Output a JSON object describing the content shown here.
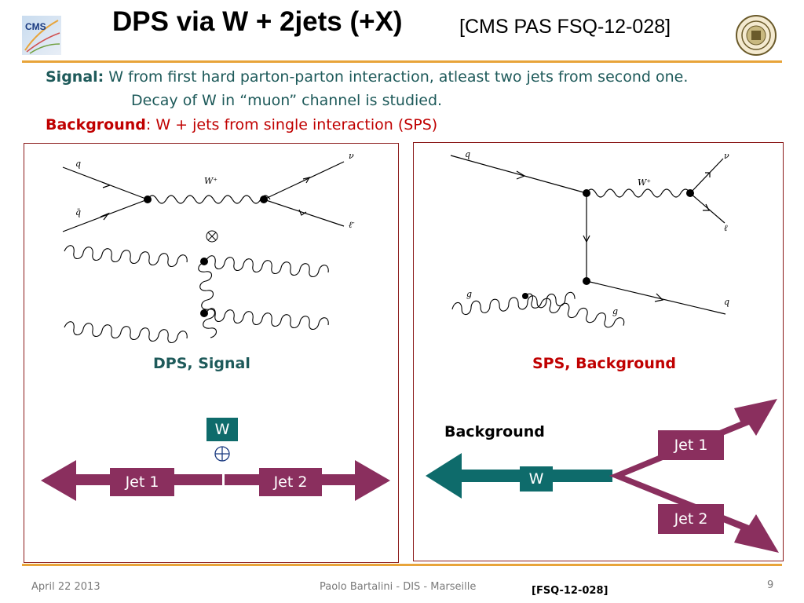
{
  "header": {
    "title": "DPS via W + 2jets (+X)",
    "reference": "[CMS PAS FSQ-12-028]",
    "cms_logo_text": "CMS"
  },
  "intro": {
    "signal_label": "Signal:",
    "signal_text": " W from first hard parton-parton interaction, atleast two jets from second one.",
    "decay_text": "Decay of W in “muon” channel is studied.",
    "background_label": "Background",
    "background_text": ": W + jets from single interaction (SPS)"
  },
  "left_panel": {
    "diagram_labels": {
      "q": "q",
      "qbar": "q̄",
      "w": "W⁺",
      "nu": "ν",
      "lbar": "ℓ̄"
    },
    "caption": "DPS, Signal",
    "w_label": "W",
    "jet1_label": "Jet 1",
    "jet2_label": "Jet 2"
  },
  "right_panel": {
    "diagram_labels": {
      "q_in": "q",
      "g_in": "g",
      "w": "W⁺",
      "nu": "ν",
      "l": "ℓ",
      "q_out": "q",
      "g_out": "g"
    },
    "caption": "SPS, Background",
    "background_label": "Background",
    "w_label": "W",
    "jet1_label": "Jet 1",
    "jet2_label": "Jet 2"
  },
  "footer": {
    "date": "April 22 2013",
    "author": "Paolo Bartalini - DIS - Marseille",
    "ref": "[FSQ-12-028]",
    "page": "9"
  },
  "colors": {
    "accent_line": "#e8a43a",
    "signal_teal": "#1e5a5a",
    "background_red": "#c00000",
    "jet_magenta": "#8a2f5e",
    "w_teal": "#0e6b6b",
    "panel_border": "#8b1a1a"
  }
}
